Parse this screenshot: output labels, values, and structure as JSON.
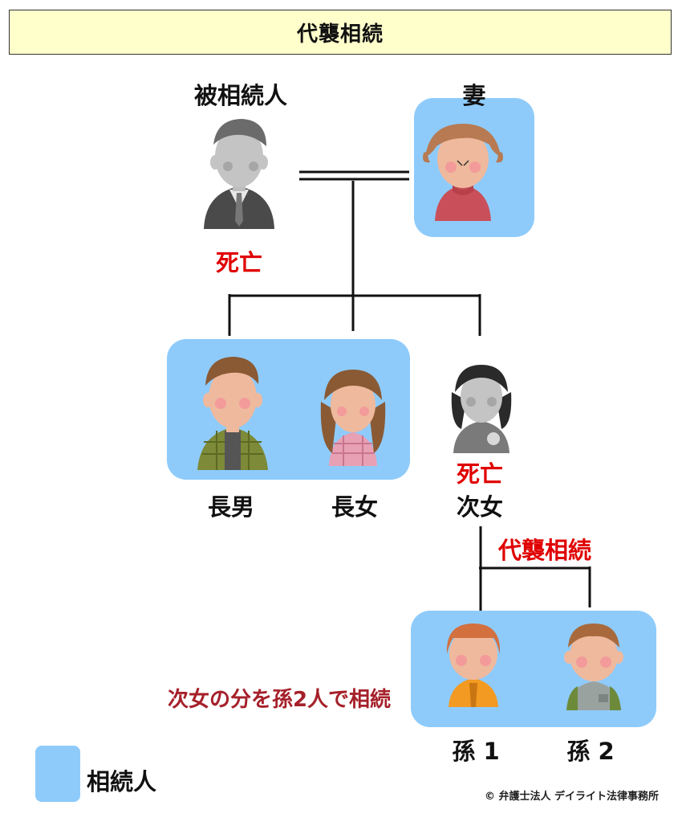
{
  "title": "代襲相続",
  "labels": {
    "deceased_person": "被相続人",
    "wife": "妻",
    "deceased_status": "死亡",
    "eldest_son": "長男",
    "eldest_daughter": "長女",
    "second_daughter_status": "死亡",
    "second_daughter": "次女",
    "representation": "代襲相続",
    "note": "次女の分を孫2人で相続",
    "grandchild_1": "孫 1",
    "grandchild_2": "孫 2"
  },
  "legend": {
    "label": "相続人",
    "color": "#8ecbfb"
  },
  "copyright": "© 弁護士法人 デイライト法律事務所",
  "colors": {
    "heir_box": "#8ecbfb",
    "title_bg": "#ffffcc",
    "deceased_red": "#e00000",
    "note_red": "#a5202a"
  }
}
